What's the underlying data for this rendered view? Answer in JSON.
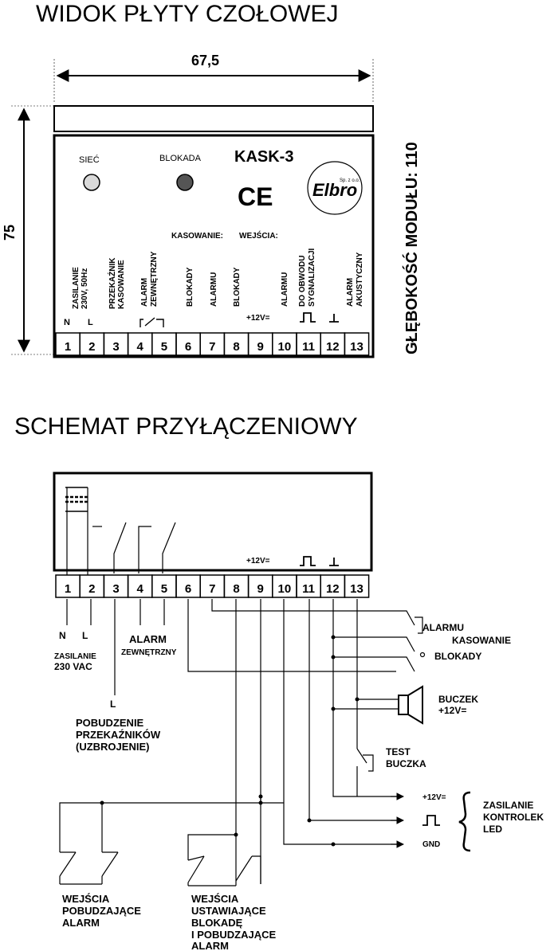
{
  "front": {
    "title": "WIDOK PŁYTY CZOŁOWEJ",
    "width_dim": "67,5",
    "height_dim": "75",
    "depth_label": "GŁĘBOKOŚĆ MODUŁU: 110",
    "led_siec": "SIEĆ",
    "led_blokada": "BLOKADA",
    "model": "KASK-3",
    "ce": "CE",
    "logo_text": "Elbro",
    "logo_sub": "Sp. z o.o.",
    "kasowanie": "KASOWANIE:",
    "wejscia": "WEJŚCIA:",
    "col_labels": {
      "zasilanie_1": "ZASILANIE",
      "zasilanie_2": "230V, 50Hz",
      "przekaznik_1": "PRZEKAŹNIK",
      "przekaznik_2": "KASOWANIE",
      "alarm_zew_1": "ALARM",
      "alarm_zew_2": "ZEWNĘTRZNY",
      "blokady_a": "BLOKADY",
      "alarmu": "ALARMU",
      "blokady_b": "BLOKADY",
      "alarmu_2": "ALARMU",
      "sygn_1": "DO OBWODU",
      "sygn_2": "SYGNALIZACJI",
      "akust_1": "ALARM",
      "akust_2": "AKUSTYCZNY"
    },
    "n_label": "N",
    "l_label": "L",
    "plus12": "+12V=",
    "terminals": [
      "1",
      "2",
      "3",
      "4",
      "5",
      "6",
      "7",
      "8",
      "9",
      "10",
      "11",
      "12",
      "13"
    ]
  },
  "schema": {
    "title": "SCHEMAT PRZYŁĄCZENIOWY",
    "plus12": "+12V=",
    "terminals": [
      "1",
      "2",
      "3",
      "4",
      "5",
      "6",
      "7",
      "8",
      "9",
      "10",
      "11",
      "12",
      "13"
    ],
    "n_label": "N",
    "l_label": "L",
    "zasilanie_1": "ZASILANIE",
    "zasilanie_2": "230 VAC",
    "alarm_zew_1": "ALARM",
    "alarm_zew_2": "ZEWNĘTRZNY",
    "l_label_2": "L",
    "pobudzenie_1": "POBUDZENIE",
    "pobudzenie_2": "PRZEKAŹNIKÓW",
    "pobudzenie_3": "(UZBROJENIE)",
    "alarmu": "ALARMU",
    "kasowanie": "KASOWANIE",
    "blokady": "BLOKADY",
    "buczek_1": "BUCZEK",
    "buczek_2": "+12V=",
    "test_1": "TEST",
    "test_2": "BUCZKA",
    "out_plus12": "+12V=",
    "out_gnd": "GND",
    "zas_kontr_1": "ZASILANIE",
    "zas_kontr_2": "KONTROLEK",
    "zas_kontr_3": "LED",
    "wej_pob_1": "WEJŚCIA",
    "wej_pob_2": "POBUDZAJĄCE",
    "wej_pob_3": "ALARM",
    "wej_ust_1": "WEJŚCIA",
    "wej_ust_2": "USTAWIAJĄCE",
    "wej_ust_3": "BLOKADĘ",
    "wej_ust_4": "I POBUDZAJĄCE",
    "wej_ust_5": "ALARM"
  }
}
